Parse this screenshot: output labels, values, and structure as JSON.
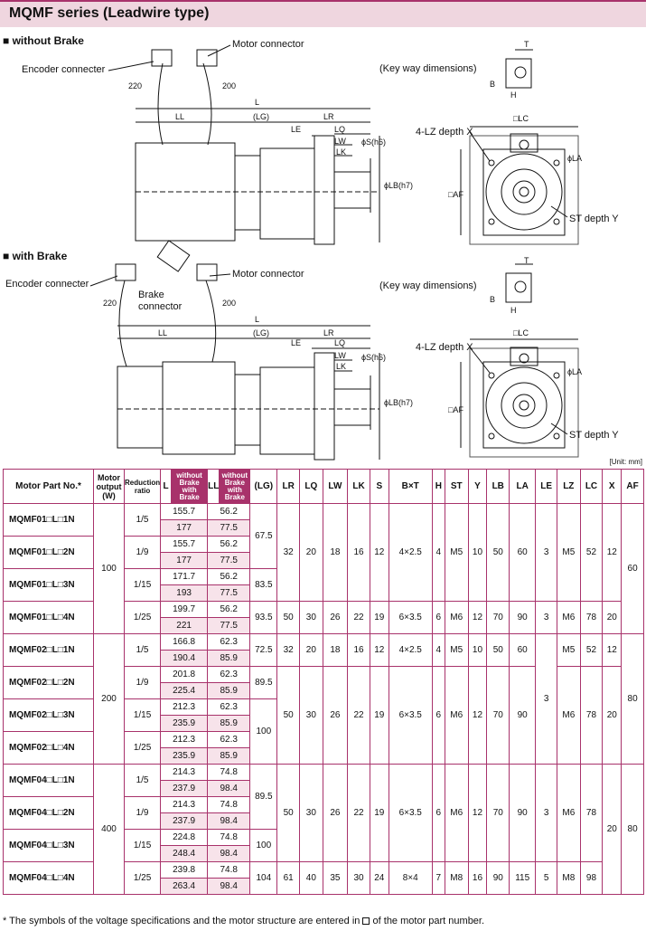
{
  "title": "MQMF series (Leadwire type)",
  "section_without": "■ without Brake",
  "section_with": "■ with Brake",
  "labels": {
    "encoder": "Encoder connecter",
    "motor": "Motor connector",
    "brake": "Brake connector",
    "keyway": "(Key way dimensions)",
    "lz": "4-LZ depth X",
    "st": "ST depth Y",
    "lc": "□LC",
    "af": "□AF",
    "la": "ϕLA",
    "s": "ϕS(h6)",
    "lb": "ϕLB(h7)",
    "lead220": "220",
    "lead200": "200",
    "dims": {
      "L": "L",
      "LL": "LL",
      "LG": "(LG)",
      "LR": "LR",
      "LE": "LE",
      "LQ": "LQ",
      "LW": "LW",
      "LK": "LK",
      "T": "T",
      "B": "B",
      "H": "H"
    }
  },
  "unit": "[Unit: mm]",
  "table": {
    "headers": [
      "Motor Part No.*",
      "Motor output (W)",
      "Reduction ratio",
      "L",
      "without Brake",
      "with Brake",
      "LL",
      "without Brake",
      "with Brake",
      "(LG)",
      "LR",
      "LQ",
      "LW",
      "LK",
      "S",
      "B×T",
      "H",
      "ST",
      "Y",
      "LB",
      "LA",
      "LE",
      "LZ",
      "LC",
      "X",
      "AF"
    ],
    "parts": [
      "MQMF01□L□1N",
      "MQMF01□L□2N",
      "MQMF01□L□3N",
      "MQMF01□L□4N",
      "MQMF02□L□1N",
      "MQMF02□L□2N",
      "MQMF02□L□3N",
      "MQMF02□L□4N",
      "MQMF04□L□1N",
      "MQMF04□L□2N",
      "MQMF04□L□3N",
      "MQMF04□L□4N"
    ],
    "ratios": [
      "1/5",
      "1/9",
      "1/15",
      "1/25",
      "1/5",
      "1/9",
      "1/15",
      "1/25",
      "1/5",
      "1/9",
      "1/15",
      "1/25"
    ],
    "L": [
      [
        "155.7",
        "177"
      ],
      [
        "155.7",
        "177"
      ],
      [
        "171.7",
        "193"
      ],
      [
        "199.7",
        "221"
      ],
      [
        "166.8",
        "190.4"
      ],
      [
        "201.8",
        "225.4"
      ],
      [
        "212.3",
        "235.9"
      ],
      [
        "212.3",
        "235.9"
      ],
      [
        "214.3",
        "237.9"
      ],
      [
        "214.3",
        "237.9"
      ],
      [
        "224.8",
        "248.4"
      ],
      [
        "239.8",
        "263.4"
      ]
    ],
    "LL": [
      [
        "56.2",
        "77.5"
      ],
      [
        "56.2",
        "77.5"
      ],
      [
        "56.2",
        "77.5"
      ],
      [
        "56.2",
        "77.5"
      ],
      [
        "62.3",
        "85.9"
      ],
      [
        "62.3",
        "85.9"
      ],
      [
        "62.3",
        "85.9"
      ],
      [
        "62.3",
        "85.9"
      ],
      [
        "74.8",
        "98.4"
      ],
      [
        "74.8",
        "98.4"
      ],
      [
        "74.8",
        "98.4"
      ],
      [
        "74.8",
        "98.4"
      ]
    ],
    "outputs": [
      "100",
      "200",
      "400"
    ],
    "LG": [
      "67.5",
      "83.5",
      "93.5",
      "72.5",
      "89.5",
      "100",
      "89.5",
      "100",
      "104"
    ],
    "rowA": [
      "32",
      "20",
      "18",
      "16",
      "12",
      "4×2.5",
      "4",
      "M5",
      "10",
      "50",
      "60"
    ],
    "rowB": [
      "50",
      "30",
      "26",
      "22",
      "19",
      "6×3.5",
      "6",
      "M6",
      "12",
      "70",
      "90"
    ],
    "rowC": [
      "61",
      "40",
      "35",
      "30",
      "24",
      "8×4",
      "7",
      "M8",
      "16",
      "90",
      "115"
    ],
    "LE": [
      "3",
      "3",
      "3",
      "5"
    ],
    "LZ_LC_A": [
      "M5",
      "52",
      "12"
    ],
    "LZ_LC_B": [
      "M6",
      "78",
      "20"
    ],
    "LZ_LC_C": [
      "M8",
      "98"
    ],
    "X_400": "20",
    "AF": [
      "60",
      "80",
      "80"
    ]
  },
  "note_prefix": "* The symbols of the voltage specifications and the motor structure are entered in",
  "note_suffix": "of the motor part number."
}
